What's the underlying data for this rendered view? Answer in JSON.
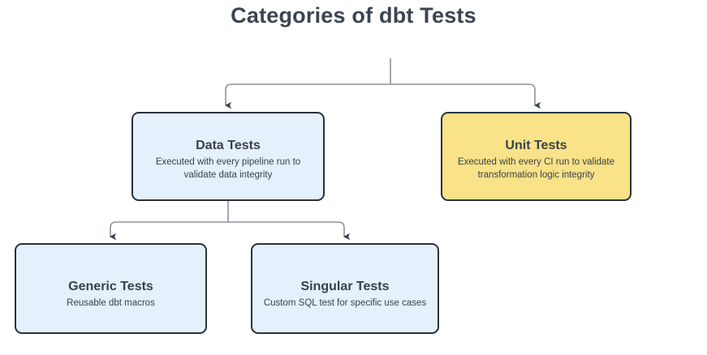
{
  "diagram": {
    "title": "Categories of dbt Tests",
    "type": "flowchart",
    "background_color": "#ffffff",
    "title_color": "#3d4451",
    "edge_color": "#8e9299",
    "arrow_color": "#3a424e",
    "border_color": "#29323d",
    "nodes": [
      {
        "id": "data-tests",
        "title": "Data Tests",
        "description": "Executed with every pipeline run to validate data integrity",
        "fill": "#e4f0fb",
        "level": 1
      },
      {
        "id": "unit-tests",
        "title": "Unit Tests",
        "description": "Executed with every CI run to validate transformation logic integrity",
        "fill": "#f9e287",
        "level": 1
      },
      {
        "id": "generic-tests",
        "title": "Generic Tests",
        "description": "Reusable dbt macros",
        "fill": "#e4f0fb",
        "level": 2
      },
      {
        "id": "singular-tests",
        "title": "Singular Tests",
        "description": "Custom SQL test for specific use cases",
        "fill": "#e4f0fb",
        "level": 2
      }
    ],
    "edges": [
      {
        "from": "root",
        "to": "data-tests"
      },
      {
        "from": "root",
        "to": "unit-tests"
      },
      {
        "from": "data-tests",
        "to": "generic-tests"
      },
      {
        "from": "data-tests",
        "to": "singular-tests"
      }
    ]
  }
}
